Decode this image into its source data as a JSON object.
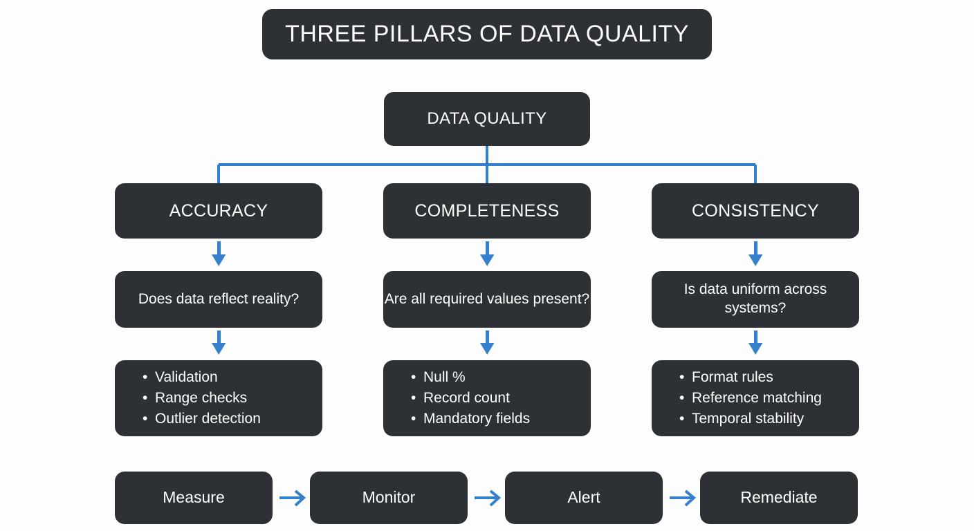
{
  "theme": {
    "background": "#fdfdfd",
    "node_fill": "#2d3136",
    "node_text": "#ffffff",
    "connector_blue": "#3580cc"
  },
  "title": "THREE PILLARS OF DATA QUALITY",
  "root": {
    "label": "DATA QUALITY"
  },
  "pillars": [
    {
      "name": "ACCURACY",
      "question": "Does data reflect reality?",
      "metrics": [
        "Validation",
        "Range checks",
        "Outlier detection"
      ]
    },
    {
      "name": "COMPLETENESS",
      "question": "Are all required values present?",
      "metrics": [
        "Null %",
        "Record count",
        "Mandatory fields"
      ]
    },
    {
      "name": "CONSISTENCY",
      "question": "Is data uniform across systems?",
      "metrics": [
        "Format rules",
        "Reference matching",
        "Temporal stability"
      ]
    }
  ],
  "flow": {
    "steps": [
      "Measure",
      "Monitor",
      "Alert",
      "Remediate"
    ],
    "arrow_icon": "arrow-right-icon"
  },
  "connector_icons": {
    "down_arrow": "arrow-down-icon",
    "branch_bus": "tree-branch-connector"
  }
}
